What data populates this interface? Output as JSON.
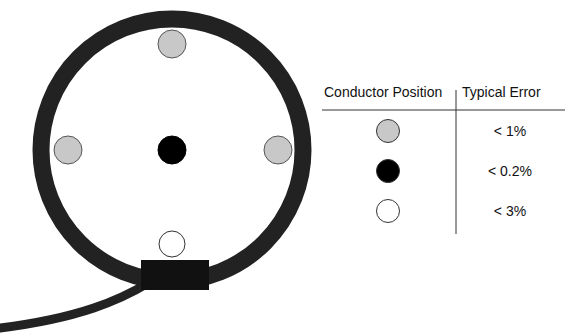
{
  "diagram": {
    "labels": [
      "Conductor Position",
      "Typical Error"
    ],
    "legend": [
      {
        "text": "< 1%",
        "color": "#c8c8c8"
      },
      {
        "text": "< 0.2%",
        "color": "#000000"
      },
      {
        "text": "< 3%",
        "color": "#ffffff"
      }
    ]
  }
}
